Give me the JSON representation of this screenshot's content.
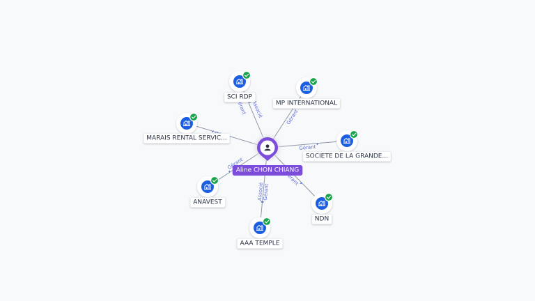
{
  "colors": {
    "company_icon": "#1b5fe0",
    "verified_badge": "#16a34a",
    "person": "#7c4ddb",
    "edge": "#8e97a8",
    "edge_label": "#5e6fd6"
  },
  "center": {
    "label": "Aline CHON CHIANG",
    "icon": "person-icon"
  },
  "nodes": [
    {
      "id": "sci-rdp",
      "label": "SCI RDP",
      "icon": "company-icon",
      "badge": "check-icon"
    },
    {
      "id": "mp-international",
      "label": "MP INTERNATIONAL",
      "icon": "company-icon",
      "badge": "check-icon"
    },
    {
      "id": "marais-rental",
      "label": "MARAIS RENTAL SERVIC...",
      "icon": "company-icon",
      "badge": "check-icon"
    },
    {
      "id": "societe-grande",
      "label": "SOCIETE DE LA GRANDE...",
      "icon": "company-icon",
      "badge": "check-icon"
    },
    {
      "id": "anavest",
      "label": "ANAVEST",
      "icon": "company-icon",
      "badge": "check-icon"
    },
    {
      "id": "ndn",
      "label": "NDN",
      "icon": "company-icon",
      "badge": "check-icon"
    },
    {
      "id": "aaa-temple",
      "label": "AAA TEMPLE",
      "icon": "company-icon",
      "badge": "check-icon"
    }
  ],
  "edges": [
    {
      "to": "sci-rdp",
      "labels": [
        "Associé",
        "Gérant"
      ]
    },
    {
      "to": "mp-international",
      "labels": [
        "Gérant"
      ]
    },
    {
      "to": "marais-rental",
      "labels": [
        "Gérant"
      ]
    },
    {
      "to": "societe-grande",
      "labels": [
        "Gérant"
      ]
    },
    {
      "to": "anavest",
      "labels": [
        "Gérant"
      ]
    },
    {
      "to": "ndn",
      "labels": [
        "Gérant"
      ]
    },
    {
      "to": "aaa-temple",
      "labels": [
        "Gérant",
        "Associé"
      ]
    }
  ]
}
